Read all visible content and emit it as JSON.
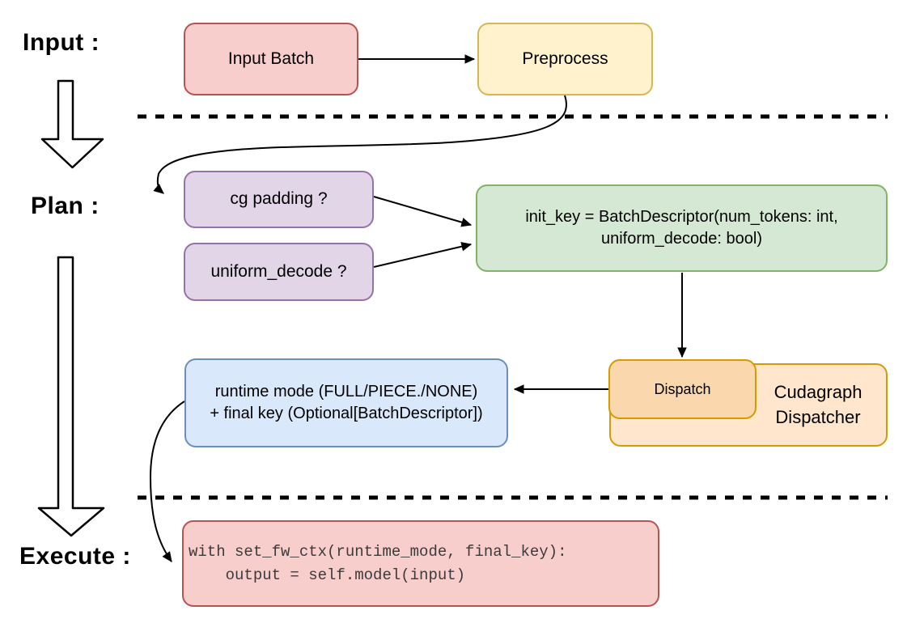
{
  "page": {
    "background": "#ffffff"
  },
  "section_labels": {
    "input": "Input :",
    "plan": "Plan :",
    "execute": "Execute :"
  },
  "nodes": {
    "input_batch": {
      "label": "Input Batch",
      "fill": "#f8cecc",
      "border": "#b85450"
    },
    "preprocess": {
      "label": "Preprocess",
      "fill": "#fff2cc",
      "border": "#d6b656"
    },
    "cg_padding": {
      "label": "cg padding ?",
      "fill": "#e1d5e7",
      "border": "#9673a6"
    },
    "uniform_decode": {
      "label": "uniform_decode ?",
      "fill": "#e1d5e7",
      "border": "#9673a6"
    },
    "init_key": {
      "line1": "init_key = BatchDescriptor(num_tokens: int,",
      "line2": "uniform_decode: bool)",
      "fill": "#d5e8d4",
      "border": "#82b366"
    },
    "dispatch": {
      "label": "Dispatch",
      "fill": "#fad7ac",
      "border": "#d79b00"
    },
    "cudagraph_dispatcher": {
      "line1": "Cudagraph",
      "line2": "Dispatcher",
      "fill": "#ffe6cc",
      "border": "#d79b00"
    },
    "runtime_final_key": {
      "line1": "runtime mode (FULL/PIECE./NONE)",
      "line2": "+ final key (Optional[BatchDescriptor])",
      "fill": "#dae8fc",
      "border": "#6c8ebf"
    },
    "execute_code": {
      "line1": "with set_fw_ctx(runtime_mode, final_key):",
      "line2": "    output = self.model(input)",
      "fill": "#f8cecc",
      "border": "#b85450"
    }
  },
  "edges": [
    {
      "from": "input_batch",
      "to": "preprocess"
    },
    {
      "from": "preprocess",
      "to": "cg_padding"
    },
    {
      "from": "cg_padding",
      "to": "init_key"
    },
    {
      "from": "uniform_decode",
      "to": "init_key"
    },
    {
      "from": "init_key",
      "to": "dispatch"
    },
    {
      "from": "dispatch",
      "to": "runtime_final_key"
    },
    {
      "from": "runtime_final_key",
      "to": "execute_code"
    }
  ]
}
